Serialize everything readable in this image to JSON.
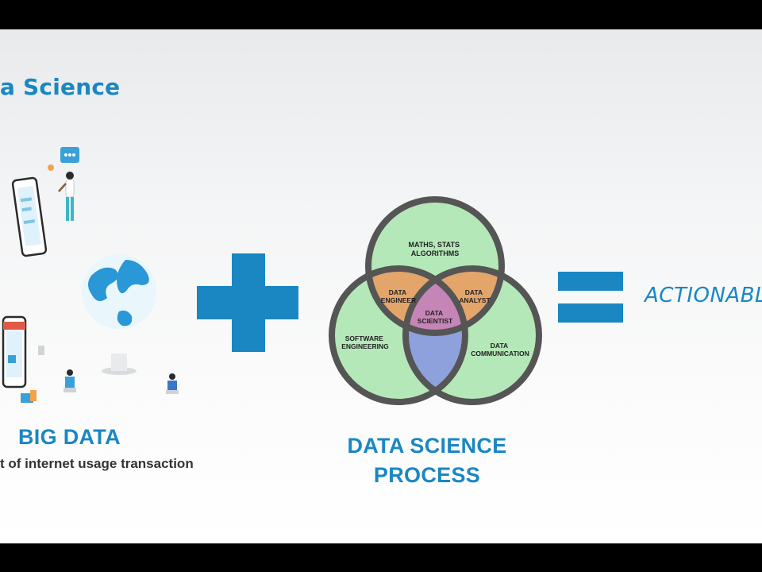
{
  "slide": {
    "title": "a Science",
    "big_data_label": "BIG DATA",
    "big_data_caption": "t of internet usage transaction",
    "process_line1": "DATA SCIENCE",
    "process_line2": "PROCESS",
    "result": "ACTIONABLE"
  },
  "venn": {
    "top": [
      "MATHS, STATS",
      "ALGORITHMS"
    ],
    "left": [
      "SOFTWARE",
      "ENGINEERING"
    ],
    "right": [
      "DATA",
      "COMMUNICATION"
    ],
    "top_left": [
      "DATA",
      "ENGINEER"
    ],
    "top_right": [
      "DATA",
      "ANALYST"
    ],
    "center": [
      "DATA",
      "SCIENTIST"
    ]
  },
  "colors": {
    "accent": "#1a87c3",
    "circle_fill": "#b5e8b8",
    "circle_stroke": "#555555",
    "overlap_orange": "#e4a56b",
    "overlap_blue": "#8ea1dc",
    "center_pink": "#c685b7"
  },
  "icons": [
    "smartphone-icon",
    "chat-bubble-icon",
    "person-standing-icon",
    "globe-icon",
    "shop-phone-icon",
    "shopping-bag-icon",
    "person-sitting-icon"
  ]
}
